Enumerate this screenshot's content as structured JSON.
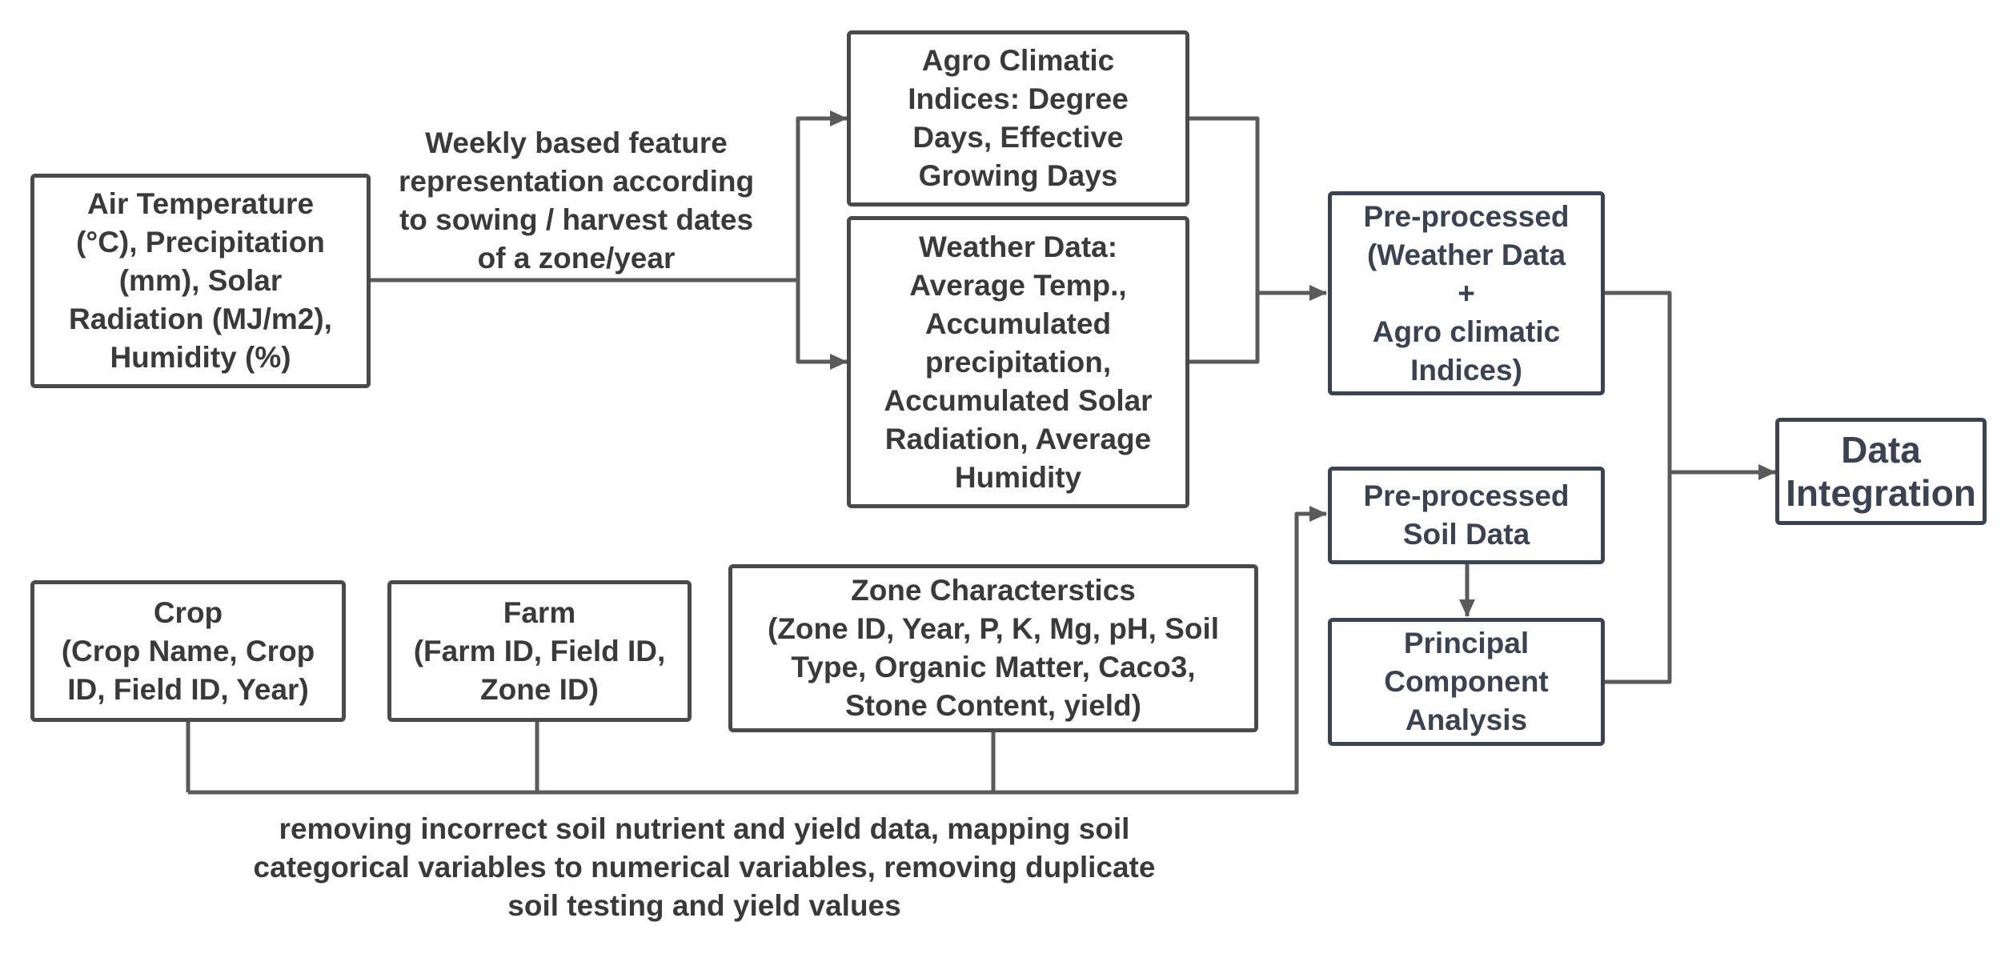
{
  "nodes": {
    "weather_inputs": "Air Temperature\n(°C), Precipitation\n(mm), Solar\nRadiation (MJ/m2),\nHumidity (%)",
    "agro_indices": "Agro Climatic\nIndices: Degree\nDays, Effective\nGrowing Days",
    "weather_data": "Weather Data:\nAverage Temp.,\nAccumulated\nprecipitation,\nAccumulated Solar\nRadiation, Average\nHumidity",
    "preprocessed_weather": "Pre-processed\n(Weather Data\n+\nAgro climatic\nIndices)",
    "preprocessed_soil": "Pre-processed\nSoil Data",
    "pca": "Principal\nComponent\nAnalysis",
    "data_integration": "Data\nIntegration",
    "crop": "Crop\n(Crop Name, Crop\nID, Field ID, Year)",
    "farm": "Farm\n(Farm ID, Field ID,\nZone ID)",
    "zone": "Zone Characterstics\n(Zone ID, Year, P, K, Mg, pH, Soil\nType, Organic Matter, Caco3,\nStone Content, yield)"
  },
  "edge_labels": {
    "weekly": "Weekly based feature\nrepresentation according\nto sowing / harvest dates\nof a zone/year",
    "soil_cleaning": "removing incorrect soil nutrient and yield data, mapping soil\ncategorical variables to numerical variables, removing duplicate\nsoil testing and yield values"
  },
  "colors": {
    "line": "#5a5a5a",
    "box_border": "#4a4a4a",
    "dark_border": "#3b4252"
  }
}
